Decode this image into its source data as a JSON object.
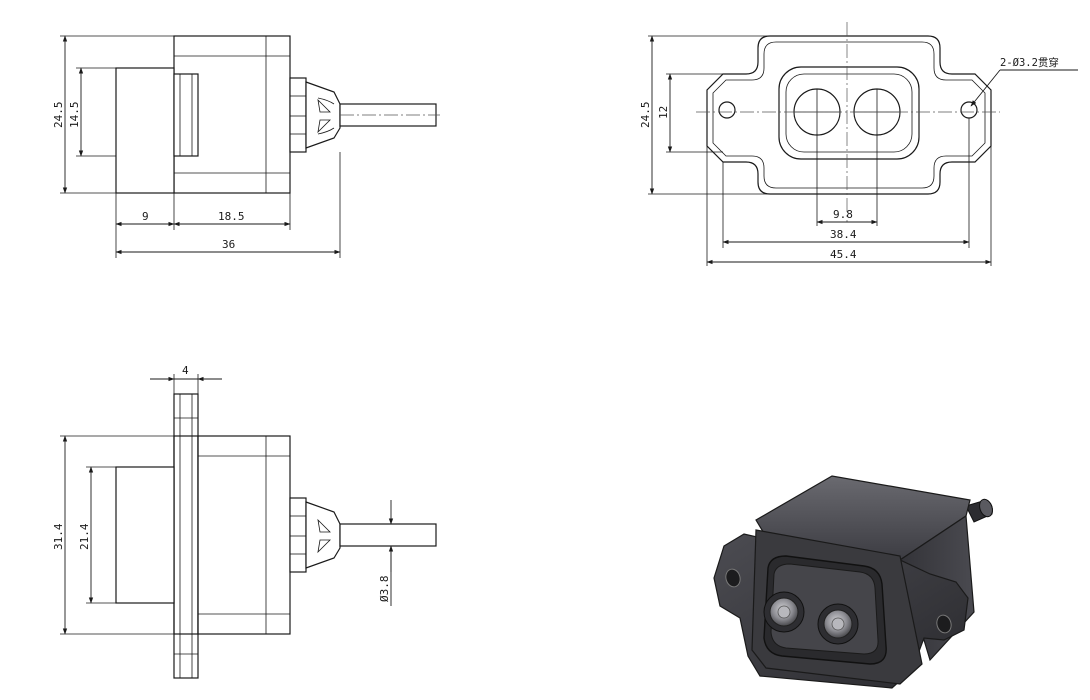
{
  "front_view": {
    "dim_height_total": "24.5",
    "dim_height_inner": "14.5",
    "dim_front_depth": "9",
    "dim_body_depth": "18.5",
    "dim_total_length": "36"
  },
  "top_view": {
    "dim_height_total": "24.5",
    "dim_height_inner": "12",
    "dim_lens_pitch": "9.8",
    "dim_hole_pitch": "38.4",
    "dim_total_width": "45.4",
    "hole_note": "2-Ø3.2贯穿"
  },
  "side_view": {
    "dim_flange_thickness": "4",
    "dim_height_total": "31.4",
    "dim_height_inner": "21.4",
    "dim_cable_diameter": "Ø3.8"
  },
  "render_view": {
    "body_color": "#3a3a3e",
    "lens_color": "#8a8a8a"
  }
}
